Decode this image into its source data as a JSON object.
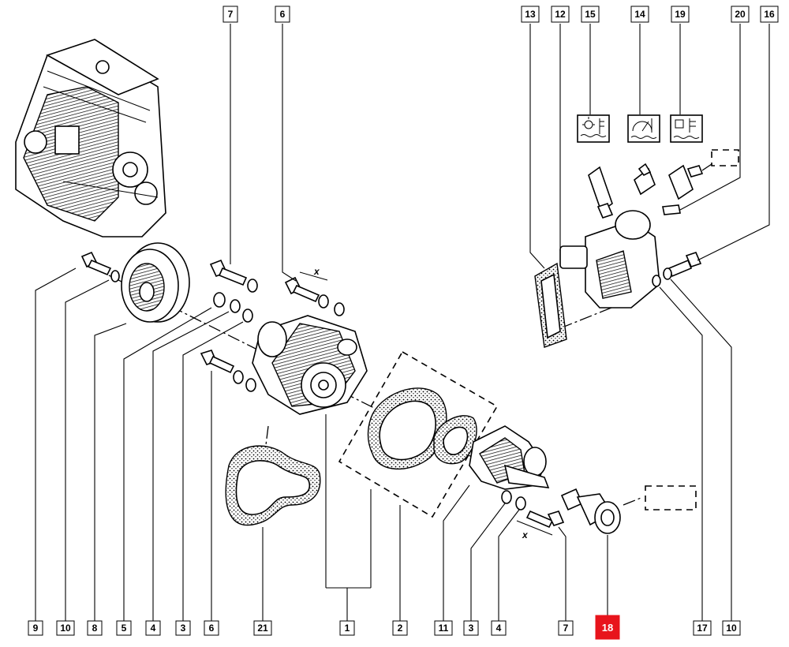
{
  "callouts": [
    {
      "id": "9",
      "text": "9"
    },
    {
      "id": "10",
      "text": "10"
    },
    {
      "id": "8",
      "text": "8"
    },
    {
      "id": "5",
      "text": "5"
    },
    {
      "id": "4",
      "text": "4"
    },
    {
      "id": "3",
      "text": "3"
    },
    {
      "id": "6",
      "text": "6"
    },
    {
      "id": "21",
      "text": "21"
    },
    {
      "id": "1",
      "text": "1"
    },
    {
      "id": "2",
      "text": "2"
    },
    {
      "id": "11",
      "text": "11"
    },
    {
      "id": "3b",
      "text": "3"
    },
    {
      "id": "4b",
      "text": "4"
    },
    {
      "id": "7b",
      "text": "7"
    },
    {
      "id": "18",
      "text": "18",
      "highlight": true
    },
    {
      "id": "17",
      "text": "17"
    },
    {
      "id": "10b",
      "text": "10"
    },
    {
      "id": "7",
      "text": "7"
    },
    {
      "id": "6b",
      "text": "6"
    },
    {
      "id": "13",
      "text": "13"
    },
    {
      "id": "12",
      "text": "12"
    },
    {
      "id": "15",
      "text": "15"
    },
    {
      "id": "14",
      "text": "14"
    },
    {
      "id": "19",
      "text": "19"
    },
    {
      "id": "20",
      "text": "20"
    },
    {
      "id": "16",
      "text": "16"
    }
  ],
  "dimension_marks": [
    "x",
    "x"
  ],
  "sensor_icons": [
    "temperature-sun-icon",
    "coolant-gauge-icon",
    "coolant-thermometer-icon"
  ],
  "colors": {
    "highlight": "#e8141c",
    "line": "#000000",
    "background": "#ffffff"
  }
}
